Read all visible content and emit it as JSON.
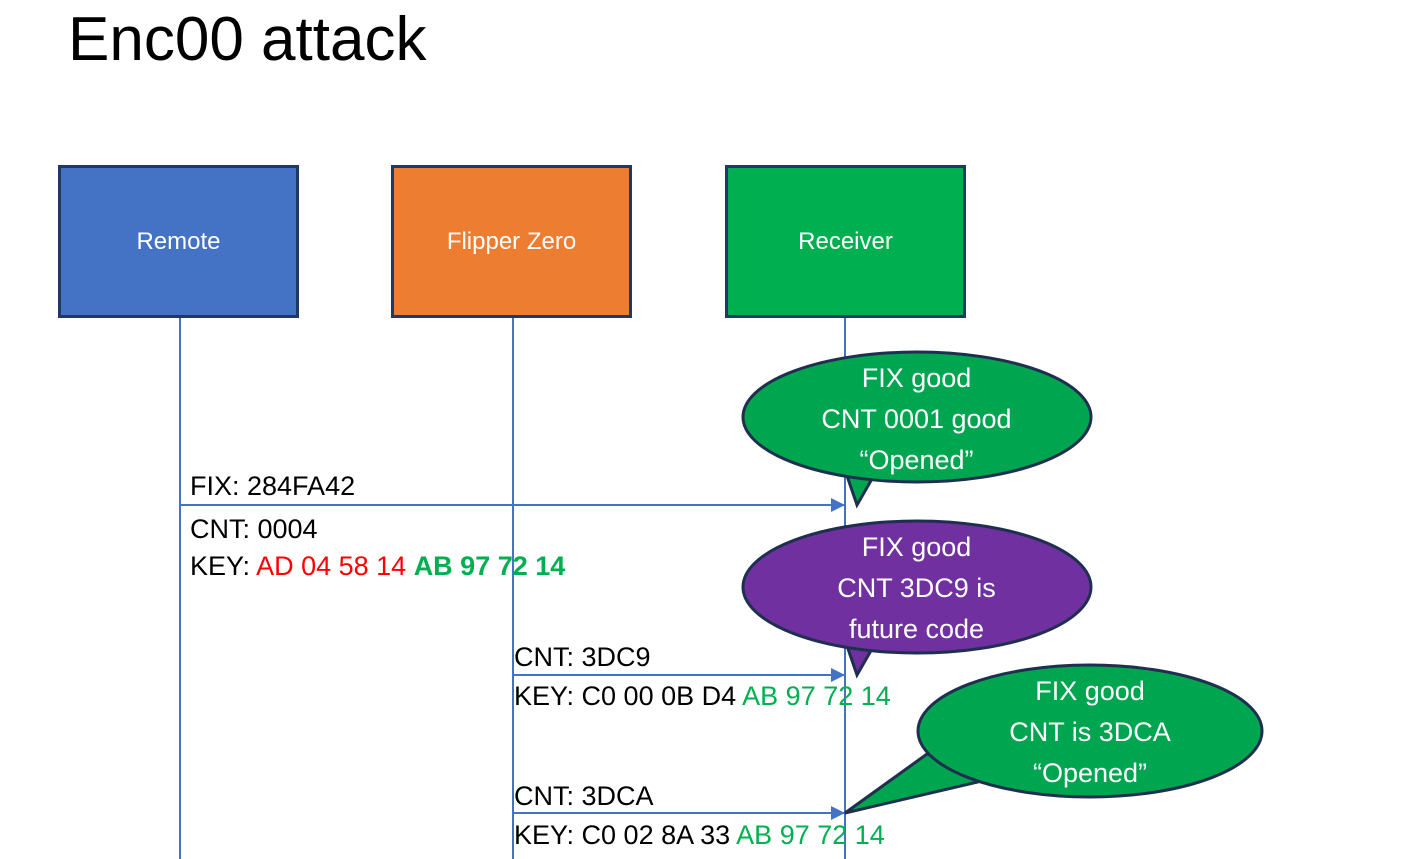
{
  "slide": {
    "title": "Enc00 attack"
  },
  "actors": [
    {
      "name": "remote",
      "label": "Remote",
      "color": "#4472C4"
    },
    {
      "name": "flipper",
      "label": "Flipper Zero",
      "color": "#ED7D31"
    },
    {
      "name": "receiver",
      "label": "Receiver",
      "color": "#00B050"
    }
  ],
  "messages": [
    {
      "from": "remote",
      "to": "receiver",
      "fix_label": "FIX: 284FA42",
      "cnt_label": "CNT: 0004",
      "key_prefix": "KEY: ",
      "key_first": "AD 04 58 14",
      "key_second": "AB 97 72 14",
      "key_first_color": "#FF0000",
      "key_second_color": "#00B050"
    },
    {
      "from": "flipper",
      "to": "receiver",
      "cnt_label": "CNT: 3DC9",
      "key_prefix": "KEY: C0 00 0B D4 ",
      "key_second": "AB 97 72 14",
      "key_second_color": "#00B050"
    },
    {
      "from": "flipper",
      "to": "receiver",
      "cnt_label": "CNT: 3DCA",
      "key_prefix": "KEY: C0 02 8A 33 ",
      "key_second": "AB 97 72 14",
      "key_second_color": "#00B050"
    }
  ],
  "bubbles": [
    {
      "name": "bubble-first-code",
      "color": "#00A550",
      "border": "#1F2F4F",
      "lines": [
        "FIX good",
        "CNT 0001 good",
        "“Opened”"
      ]
    },
    {
      "name": "bubble-future-code",
      "color": "#7030A0",
      "border": "#1F2F4F",
      "lines": [
        "FIX good",
        "CNT 3DC9 is",
        "future code"
      ]
    },
    {
      "name": "bubble-opened-3dca",
      "color": "#00A550",
      "border": "#1F2F4F",
      "lines": [
        "FIX good",
        "CNT is 3DCA",
        "“Opened”"
      ]
    }
  ]
}
